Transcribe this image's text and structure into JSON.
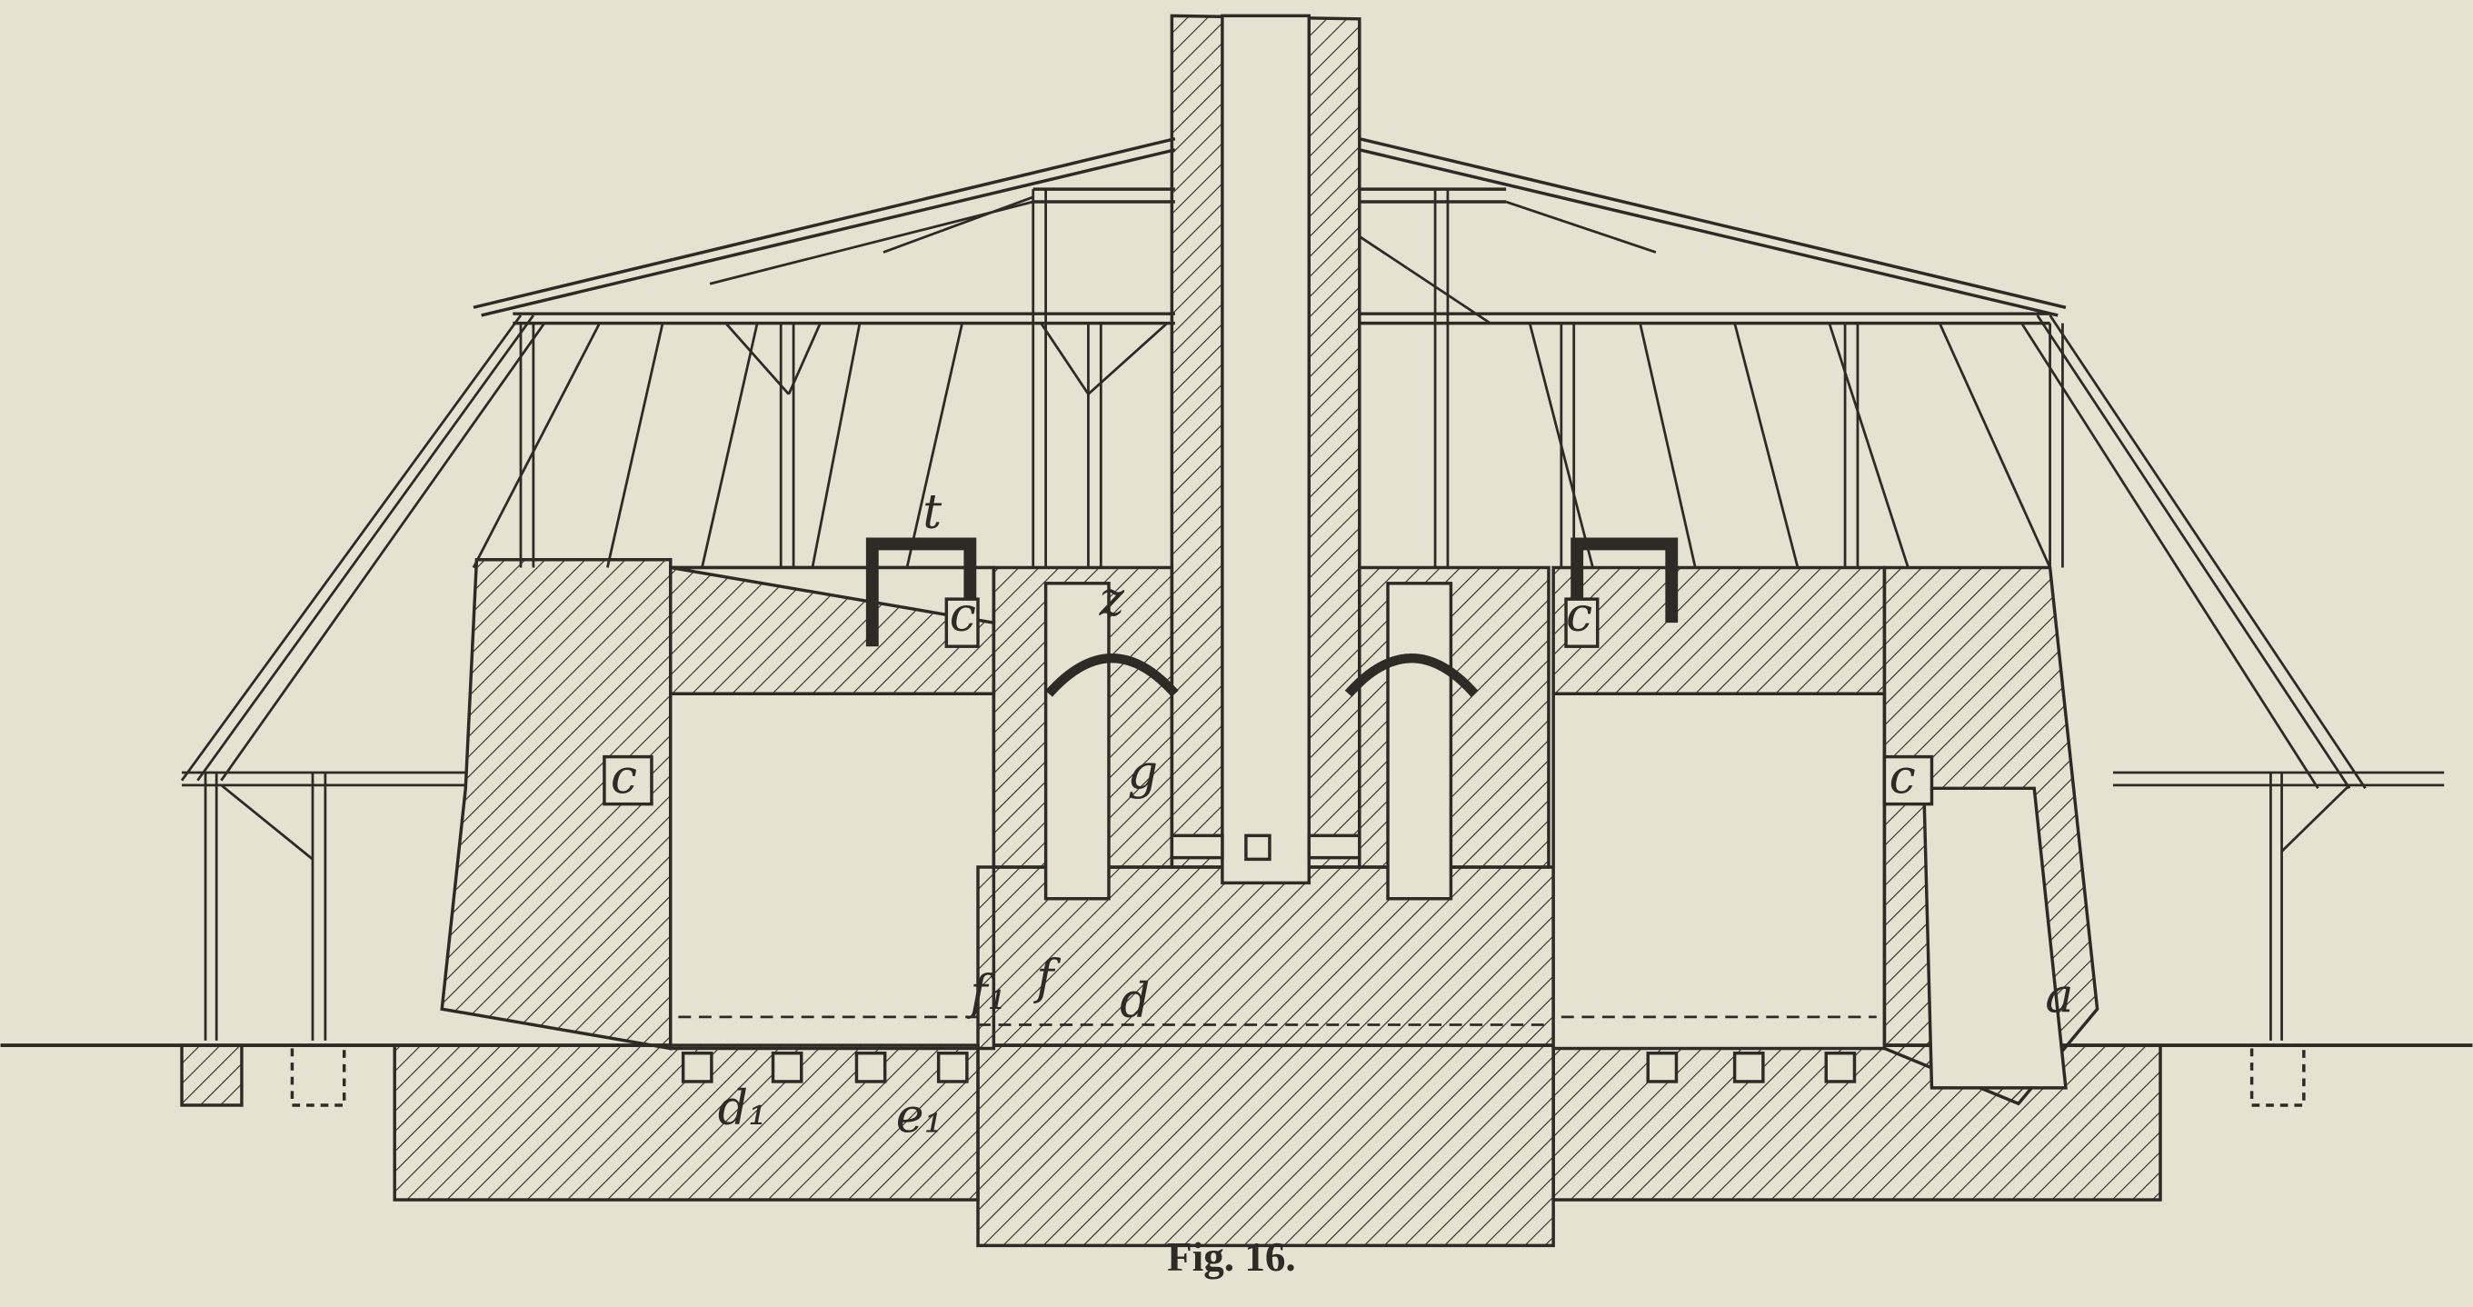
{
  "figure": {
    "caption": "Fig. 16.",
    "labels": {
      "t": "t",
      "c_left_top": "c",
      "c_left_side": "c",
      "c_right_top": "c",
      "c_right_side": "c",
      "z": "z",
      "g": "g",
      "f1": "f₁",
      "f": "f",
      "d": "d",
      "d1": "d₁",
      "e1": "e₁",
      "a": "a"
    }
  },
  "colors": {
    "paper": "#e6e2d2",
    "ink": "#2e2a26"
  }
}
